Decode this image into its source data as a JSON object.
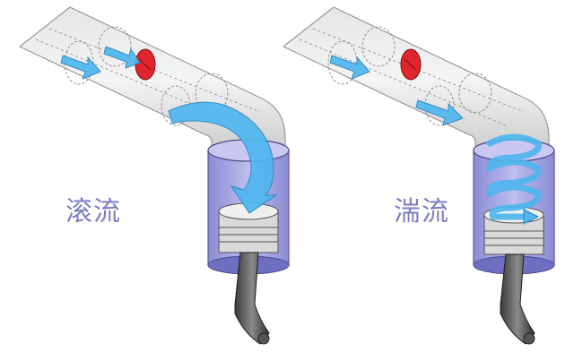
{
  "labels": {
    "left": "滚流",
    "right": "湍流"
  },
  "colors": {
    "label": "#7a7fc2",
    "pipe": "#d4d4d4",
    "cylinder": "#8a8ad8",
    "flow_arrow": "#4fb6ee",
    "valve": "#e0262c"
  },
  "icons": {
    "left_arrow": "tumble-flow-arrow",
    "right_arrow": "swirl-flow-spiral",
    "valve": "throttle-valve-disc"
  }
}
